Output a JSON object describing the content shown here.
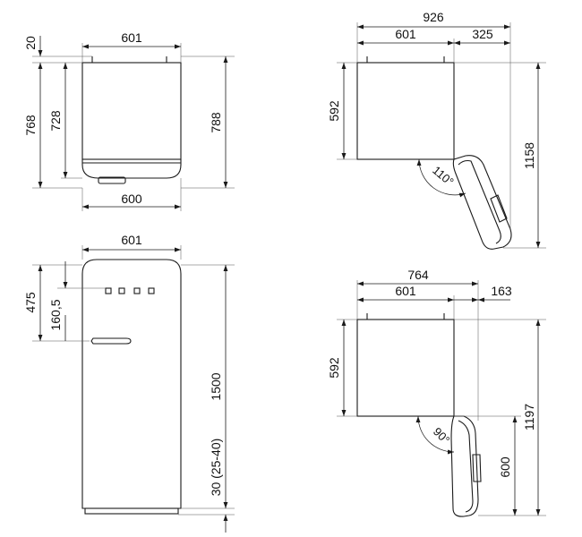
{
  "top_view": {
    "height_top": "20",
    "width_top": "601",
    "height_body": "728",
    "height_left": "768",
    "height_right": "788",
    "width_bottom": "600"
  },
  "open_110": {
    "total_width": "926",
    "body_width": "601",
    "door_projection": "325",
    "height": "592",
    "angle": "110°",
    "depth": "1158"
  },
  "front_view": {
    "width": "601",
    "height_upper": "475",
    "height_handle": "160,5",
    "height_total": "1500",
    "feet": "30 (25-40)"
  },
  "open_90": {
    "total_width": "764",
    "body_width": "601",
    "door_projection": "163",
    "height": "592",
    "angle": "90°",
    "depth": "1197",
    "door_width": "600"
  }
}
